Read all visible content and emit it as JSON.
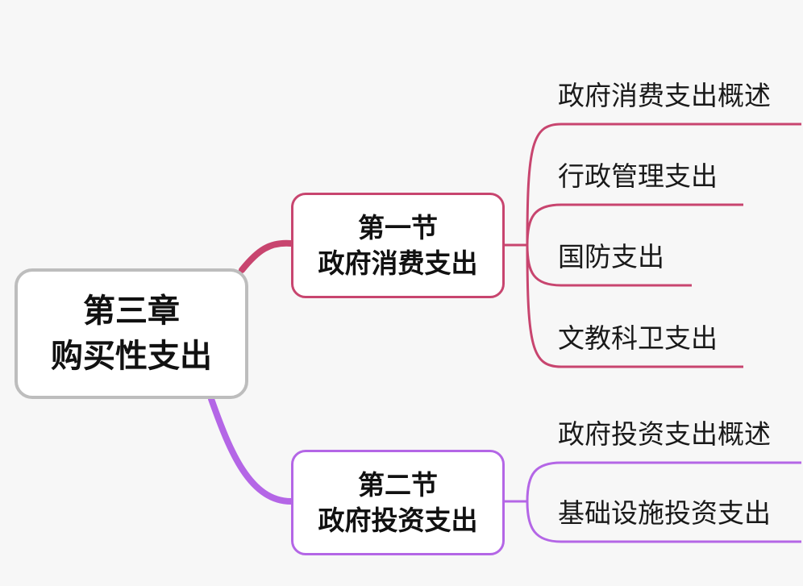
{
  "root": {
    "line1": "第三章",
    "line2": "购买性支出"
  },
  "sections": [
    {
      "line1": "第一节",
      "line2": "政府消费支出",
      "color": "#c8456f",
      "topics": [
        "政府消费支出概述",
        "行政管理支出",
        "国防支出",
        "文教科卫支出"
      ]
    },
    {
      "line1": "第二节",
      "line2": "政府投资支出",
      "color": "#b466e6",
      "topics": [
        "政府投资支出概述",
        "基础设施投资支出"
      ]
    }
  ]
}
